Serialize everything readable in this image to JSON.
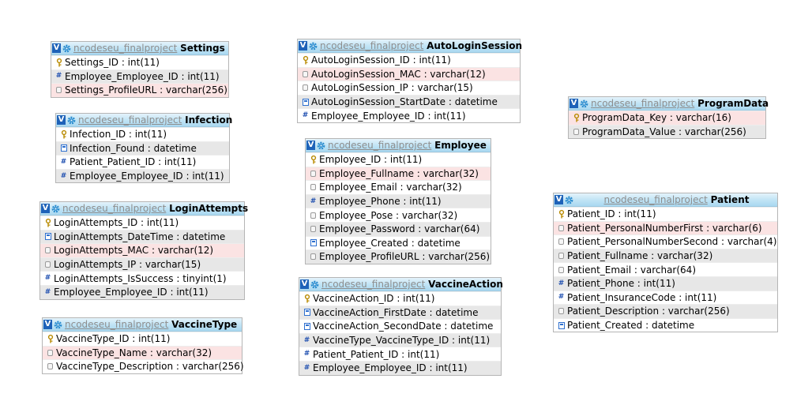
{
  "tables": [
    {
      "id": "settings",
      "db": "ncodeseu_finalproject",
      "name": "Settings",
      "fields": [
        {
          "text": "Settings_ID : int(11)",
          "icon": "key"
        },
        {
          "text": "Employee_Employee_ID : int(11)",
          "icon": "number"
        },
        {
          "text": "Settings_ProfileURL : varchar(256)",
          "icon": "string"
        }
      ]
    },
    {
      "id": "infection",
      "db": "ncodeseu_finalproject",
      "name": "Infection",
      "fields": [
        {
          "text": "Infection_ID : int(11)",
          "icon": "key"
        },
        {
          "text": "Infection_Found : datetime",
          "icon": "date"
        },
        {
          "text": "Patient_Patient_ID : int(11)",
          "icon": "number"
        },
        {
          "text": "Employee_Employee_ID : int(11)",
          "icon": "number"
        }
      ]
    },
    {
      "id": "loginattempts",
      "db": "ncodeseu_finalproject",
      "name": "LoginAttempts",
      "fields": [
        {
          "text": "LoginAttempts_ID : int(11)",
          "icon": "key"
        },
        {
          "text": "LoginAttempts_DateTime : datetime",
          "icon": "date"
        },
        {
          "text": "LoginAttempts_MAC : varchar(12)",
          "icon": "string"
        },
        {
          "text": "LoginAttempts_IP : varchar(15)",
          "icon": "string"
        },
        {
          "text": "LoginAttempts_IsSuccess : tinyint(1)",
          "icon": "number"
        },
        {
          "text": "Employee_Employee_ID : int(11)",
          "icon": "number"
        }
      ]
    },
    {
      "id": "vaccinetype",
      "db": "ncodeseu_finalproject",
      "name": "VaccineType",
      "fields": [
        {
          "text": "VaccineType_ID : int(11)",
          "icon": "key"
        },
        {
          "text": "VaccineType_Name : varchar(32)",
          "icon": "string"
        },
        {
          "text": "VaccineType_Description : varchar(256)",
          "icon": "string"
        }
      ]
    },
    {
      "id": "autologinsession",
      "db": "ncodeseu_finalproject",
      "name": "AutoLoginSession",
      "fields": [
        {
          "text": "AutoLoginSession_ID : int(11)",
          "icon": "key"
        },
        {
          "text": "AutoLoginSession_MAC : varchar(12)",
          "icon": "string"
        },
        {
          "text": "AutoLoginSession_IP : varchar(15)",
          "icon": "string"
        },
        {
          "text": "AutoLoginSession_StartDate : datetime",
          "icon": "date"
        },
        {
          "text": "Employee_Employee_ID : int(11)",
          "icon": "number"
        }
      ]
    },
    {
      "id": "employee",
      "db": "ncodeseu_finalproject",
      "name": "Employee",
      "fields": [
        {
          "text": "Employee_ID : int(11)",
          "icon": "key"
        },
        {
          "text": "Employee_Fullname : varchar(32)",
          "icon": "string"
        },
        {
          "text": "Employee_Email : varchar(32)",
          "icon": "string"
        },
        {
          "text": "Employee_Phone : int(11)",
          "icon": "number"
        },
        {
          "text": "Employee_Pose : varchar(32)",
          "icon": "string"
        },
        {
          "text": "Employee_Password : varchar(64)",
          "icon": "string"
        },
        {
          "text": "Employee_Created : datetime",
          "icon": "date"
        },
        {
          "text": "Employee_ProfileURL : varchar(256)",
          "icon": "string"
        }
      ]
    },
    {
      "id": "vaccineaction",
      "db": "ncodeseu_finalproject",
      "name": "VaccineAction",
      "fields": [
        {
          "text": "VaccineAction_ID : int(11)",
          "icon": "key"
        },
        {
          "text": "VaccineAction_FirstDate : datetime",
          "icon": "date"
        },
        {
          "text": "VaccineAction_SecondDate : datetime",
          "icon": "date"
        },
        {
          "text": "VaccineType_VaccineType_ID : int(11)",
          "icon": "number"
        },
        {
          "text": "Patient_Patient_ID : int(11)",
          "icon": "number"
        },
        {
          "text": "Employee_Employee_ID : int(11)",
          "icon": "number"
        }
      ]
    },
    {
      "id": "programdata",
      "db": "ncodeseu_finalproject",
      "name": "ProgramData",
      "fields": [
        {
          "text": "ProgramData_Key : varchar(16)",
          "icon": "key"
        },
        {
          "text": "ProgramData_Value : varchar(256)",
          "icon": "string"
        }
      ]
    },
    {
      "id": "patient",
      "db": "ncodeseu_finalproject",
      "name": "Patient",
      "fields": [
        {
          "text": "Patient_ID : int(11)",
          "icon": "key"
        },
        {
          "text": "Patient_PersonalNumberFirst : varchar(6)",
          "icon": "string"
        },
        {
          "text": "Patient_PersonalNumberSecond : varchar(4)",
          "icon": "string"
        },
        {
          "text": "Patient_Fullname : varchar(32)",
          "icon": "string"
        },
        {
          "text": "Patient_Email : varchar(64)",
          "icon": "string"
        },
        {
          "text": "Patient_Phone : int(11)",
          "icon": "number"
        },
        {
          "text": "Patient_InsuranceCode : int(11)",
          "icon": "number"
        },
        {
          "text": "Patient_Description : varchar(256)",
          "icon": "string"
        },
        {
          "text": "Patient_Created : datetime",
          "icon": "date"
        }
      ]
    }
  ],
  "labels": {
    "toggle": "V"
  },
  "colors": {
    "header_top": "#e4f3fb",
    "header_bottom": "#a9d8f0",
    "highlight_row": "#fbe3e3",
    "alt_row": "#e7e7e7"
  }
}
